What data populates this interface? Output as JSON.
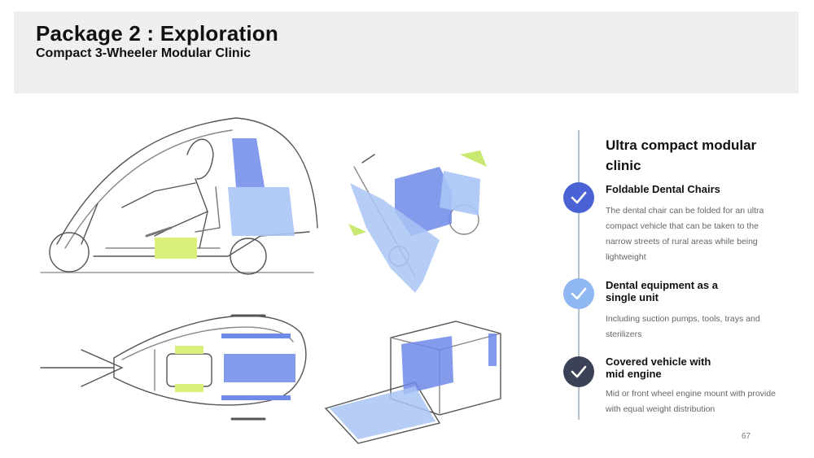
{
  "header": {
    "title": "Package 2 : Exploration",
    "subtitle": "Compact 3-Wheeler Modular Clinic"
  },
  "panel": {
    "heading": "Ultra compact modular clinic",
    "items": [
      {
        "title": "Foldable Dental Chairs",
        "description": "The dental chair can be folded for an ultra compact vehicle that can be taken to the narrow streets of rural areas while being lightweight",
        "icon": "check-icon",
        "color": "#4a63d4"
      },
      {
        "title": "Dental equipment as a single unit",
        "description": "Including suction pumps, tools, trays and sterilizers",
        "icon": "check-icon",
        "color": "#8fb8f2"
      },
      {
        "title": "Covered vehicle with mid engine",
        "description": "Mid or front wheel engine mount with provide with equal weight distribution",
        "icon": "check-icon",
        "color": "#3b4255"
      }
    ]
  },
  "page_number": "67",
  "colors": {
    "accent_blue": "#6f8ae8",
    "light_blue": "#a9c4f5",
    "lime": "#d9f07a",
    "sketch_line": "#555555"
  }
}
